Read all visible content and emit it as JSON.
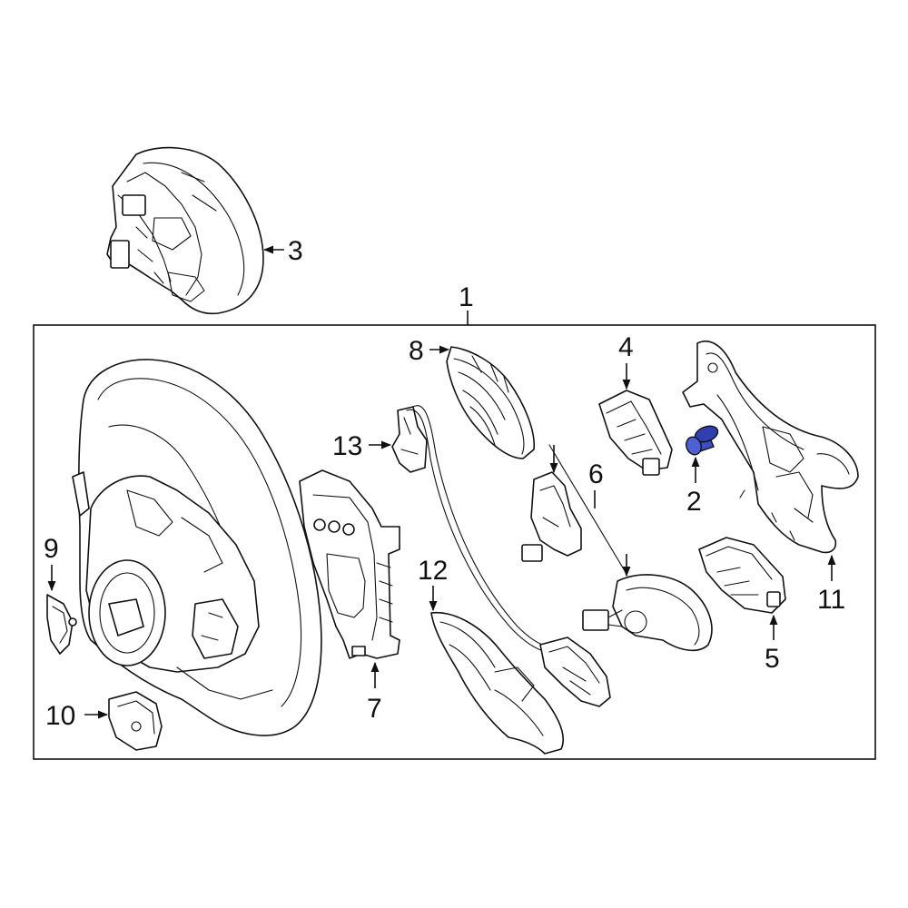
{
  "diagram": {
    "callouts": [
      {
        "id": "1",
        "text": "1"
      },
      {
        "id": "2",
        "text": "2"
      },
      {
        "id": "3",
        "text": "3"
      },
      {
        "id": "4",
        "text": "4"
      },
      {
        "id": "5",
        "text": "5"
      },
      {
        "id": "6",
        "text": "6"
      },
      {
        "id": "7",
        "text": "7"
      },
      {
        "id": "8",
        "text": "8"
      },
      {
        "id": "9",
        "text": "9"
      },
      {
        "id": "10",
        "text": "10"
      },
      {
        "id": "11",
        "text": "11"
      },
      {
        "id": "12",
        "text": "12"
      },
      {
        "id": "13",
        "text": "13"
      }
    ],
    "highlight_color": "#3d4fc4",
    "line_color": "#111111",
    "background_color": "#ffffff"
  }
}
